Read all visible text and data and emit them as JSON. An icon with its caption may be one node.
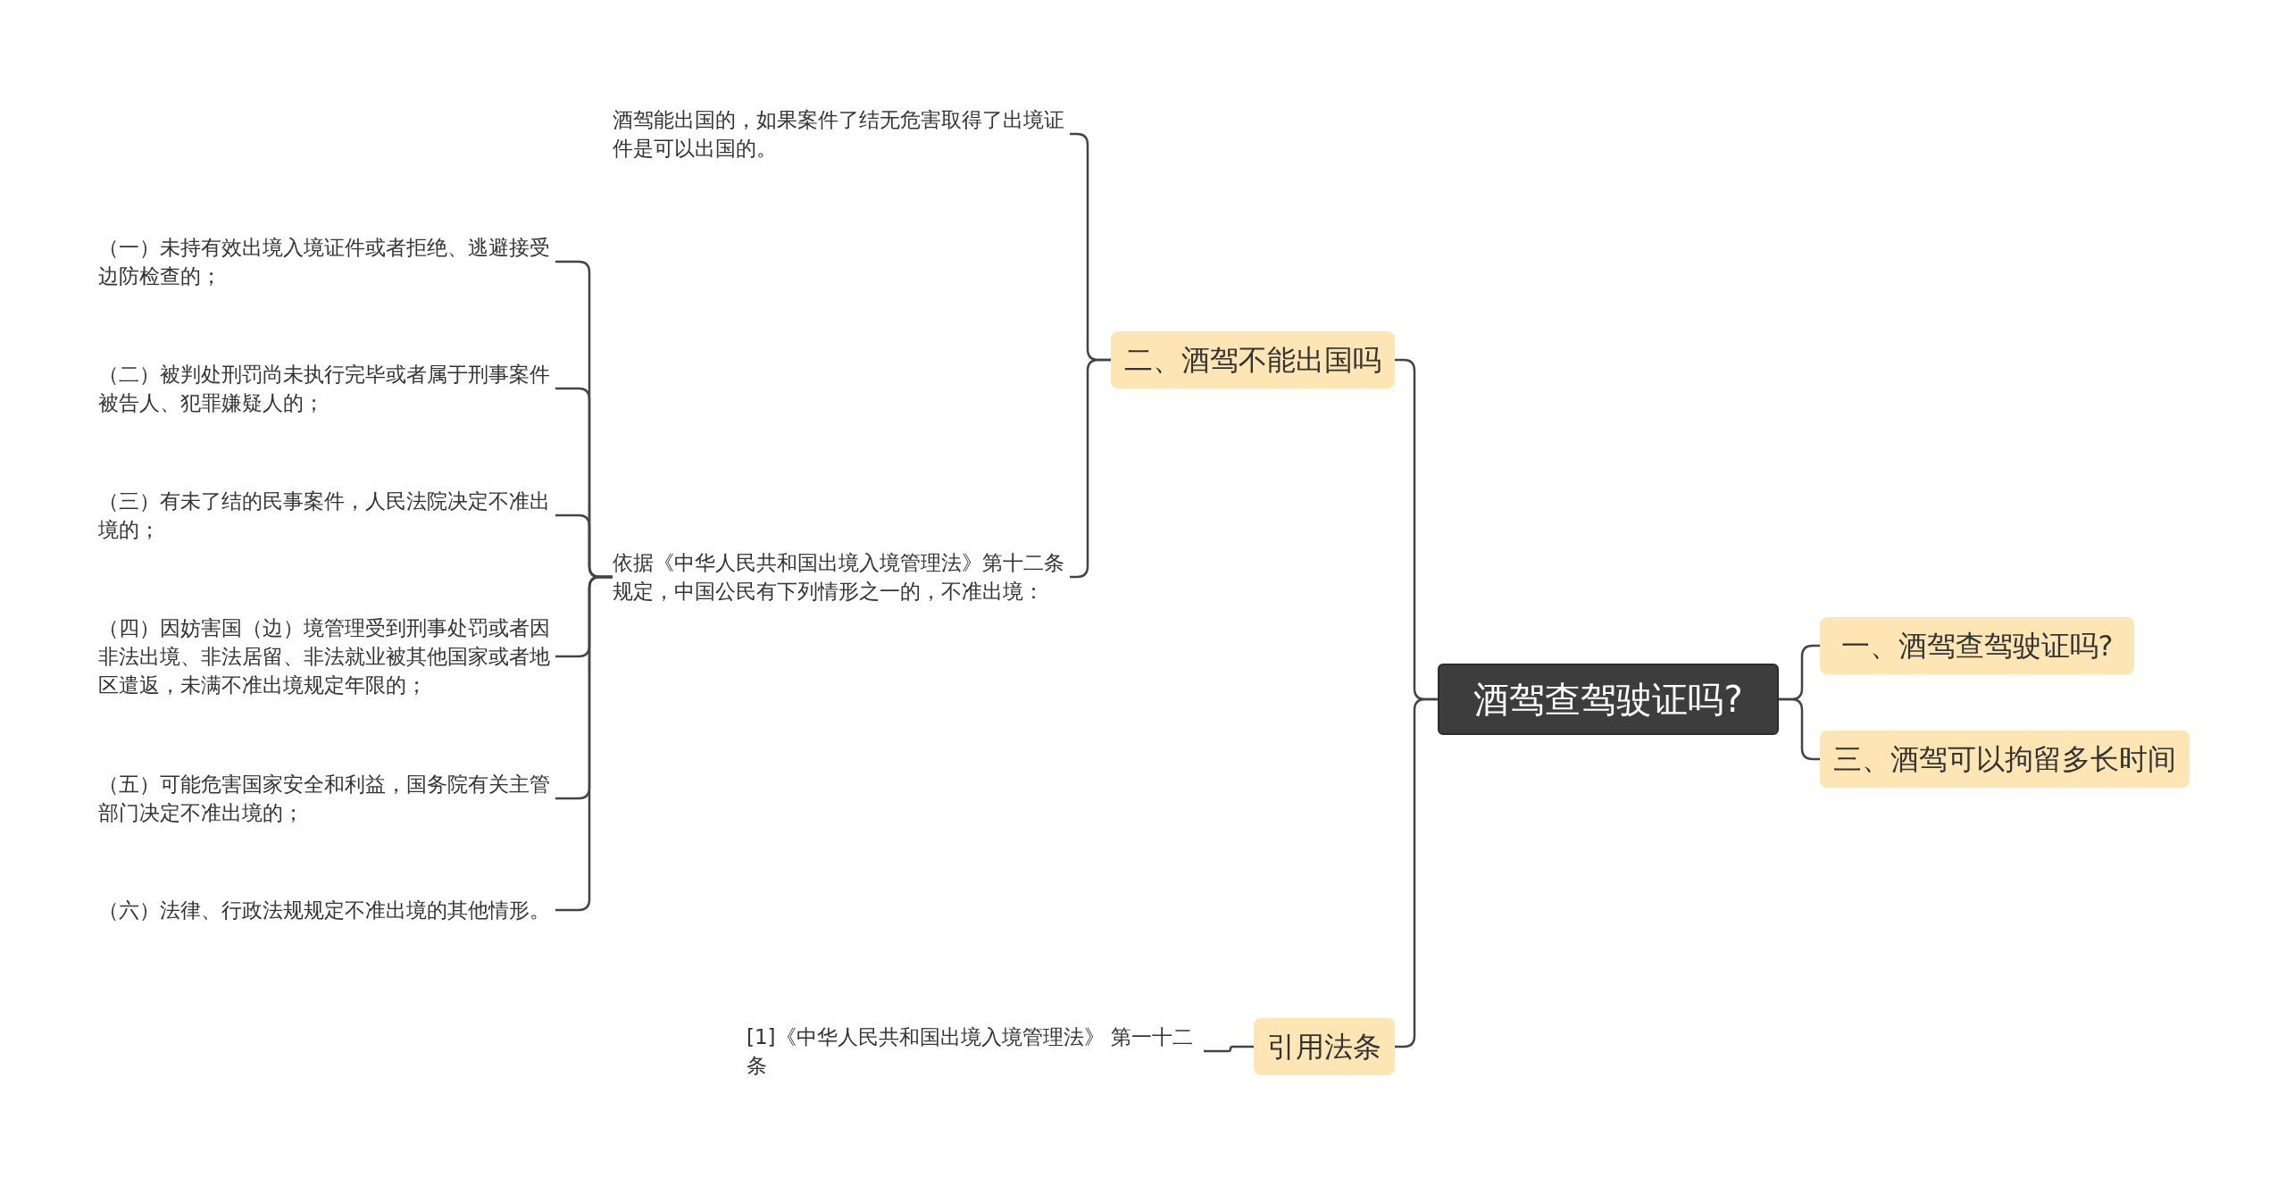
{
  "diagram": {
    "nodes": [
      {
        "text": [
          "酒驾查驾驶证吗?"
        ]
      },
      {
        "text": [
          "二、酒驾不能出国吗"
        ]
      },
      {
        "text": [
          "一、酒驾查驾驶证吗?"
        ]
      },
      {
        "text": [
          "三、酒驾可以拘留多长时间"
        ]
      },
      {
        "text": [
          "引用法条"
        ]
      },
      {
        "text": [
          "酒驾能出国的，如果案件了结无危害取得了出境证件是可以出国的。"
        ]
      },
      {
        "text": [
          "依据《中华人民共和国出境入境管理法》第十二条规定，中国公民有下列情形之一的，不准出境："
        ]
      },
      {
        "text": [
          "（一）未持有效出境入境证件或者拒绝、逃避接受边防检查的；"
        ]
      },
      {
        "text": [
          "（二）被判处刑罚尚未执行完毕或者属于刑事案件被告人、犯罪嫌疑人的；"
        ]
      },
      {
        "text": [
          "（三）有未了结的民事案件，人民法院决定不准出境的；"
        ]
      },
      {
        "text": [
          "（四）因妨害国（边）境管理受到刑事处罚或者因非法出境、非法居留、非法就业被其他国家或者地区遣返，未满不准出境规定年限的；"
        ]
      },
      {
        "text": [
          "（五）可能危害国家安全和利益，国务院有关主管部门决定不准出境的；"
        ]
      },
      {
        "text": [
          "（六）法律、行政法规规定不准出境的其他情形。"
        ]
      },
      {
        "text": [
          "[1]《中华人民共和国出境入境管理法》 第一十二条"
        ]
      }
    ],
    "edges": [
      {
        "from": 0,
        "to": 1,
        "arrow": "none"
      },
      {
        "from": 0,
        "to": 4,
        "arrow": "none"
      },
      {
        "from": 0,
        "to": 2,
        "arrow": "none"
      },
      {
        "from": 0,
        "to": 3,
        "arrow": "none"
      },
      {
        "from": 1,
        "to": 5,
        "arrow": "none"
      },
      {
        "from": 1,
        "to": 6,
        "arrow": "none"
      },
      {
        "from": 6,
        "to": 7,
        "arrow": "none"
      },
      {
        "from": 6,
        "to": 8,
        "arrow": "none"
      },
      {
        "from": 6,
        "to": 9,
        "arrow": "none"
      },
      {
        "from": 6,
        "to": 10,
        "arrow": "none"
      },
      {
        "from": 6,
        "to": 11,
        "arrow": "none"
      },
      {
        "from": 6,
        "to": 12,
        "arrow": "none"
      },
      {
        "from": 4,
        "to": 13,
        "arrow": "none"
      }
    ]
  }
}
